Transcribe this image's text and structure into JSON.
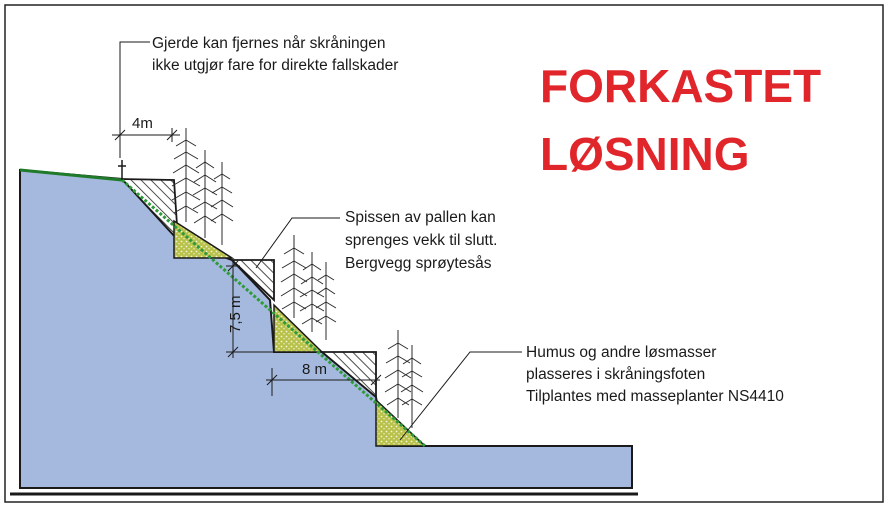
{
  "stamp": {
    "line1": "FORKASTET",
    "line2": "LØSNING",
    "color": "#e0262b"
  },
  "annotations": {
    "fence": {
      "line1": "Gjerde kan fjernes når skråningen",
      "line2": "ikke utgjør fare for direkte fallskader"
    },
    "tip": {
      "line1": "Spissen av pallen kan",
      "line2": "sprenges vekk til slutt.",
      "line3": "Bergvegg sprøytesås"
    },
    "humus": {
      "line1": "Humus og andre løsmasser",
      "line2": "plasseres i skråningsfoten",
      "line3": "Tilplantes med masseplanter NS4410"
    }
  },
  "dimensions": {
    "offset": "4m",
    "bench_height": "7,5 m",
    "bench_width": "8 m"
  },
  "colors": {
    "rock": "#a4b9dd",
    "soil_fill": "#b8c24a",
    "vegetation_line": "#2f9a3a",
    "outline": "#1a1a1a"
  }
}
